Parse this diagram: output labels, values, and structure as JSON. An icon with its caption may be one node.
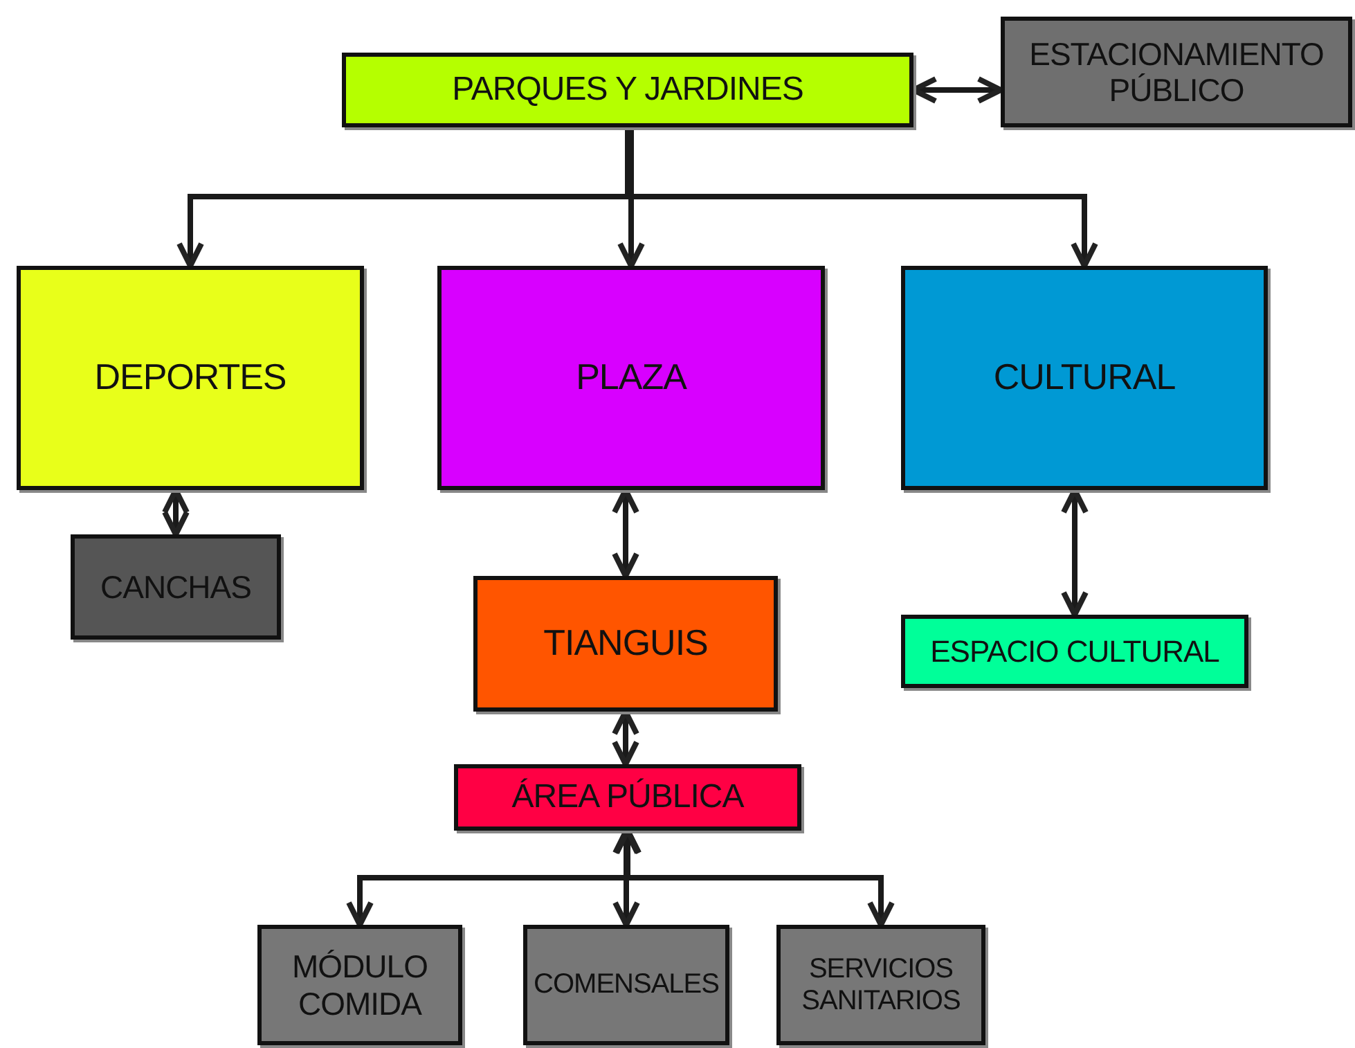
{
  "diagram": {
    "nodes": [
      {
        "text": [
          "PARQUES Y JARDINES"
        ]
      },
      {
        "text": [
          "ESTACIONAMIENTO PÚBLICO"
        ]
      },
      {
        "text": [
          "DEPORTES"
        ]
      },
      {
        "text": [
          "PLAZA"
        ]
      },
      {
        "text": [
          "CULTURAL"
        ]
      },
      {
        "text": [
          "CANCHAS"
        ]
      },
      {
        "text": [
          "TIANGUIS"
        ]
      },
      {
        "text": [
          "ESPACIO CULTURAL"
        ]
      },
      {
        "text": [
          "ÁREA PÚBLICA"
        ]
      },
      {
        "text": [
          "MÓDULO COMIDA"
        ]
      },
      {
        "text": [
          "COMENSALES"
        ]
      },
      {
        "text": [
          "SERVICIOS SANITARIOS"
        ]
      }
    ],
    "edges": [
      {
        "from": 0,
        "to": 1,
        "arrow": "both"
      },
      {
        "from": 0,
        "to": 2,
        "arrow": "to"
      },
      {
        "from": 0,
        "to": 3,
        "arrow": "to"
      },
      {
        "from": 0,
        "to": 4,
        "arrow": "to"
      },
      {
        "from": 2,
        "to": 5,
        "arrow": "both"
      },
      {
        "from": 3,
        "to": 6,
        "arrow": "both"
      },
      {
        "from": 4,
        "to": 7,
        "arrow": "both"
      },
      {
        "from": 6,
        "to": 8,
        "arrow": "both"
      },
      {
        "from": 8,
        "to": 9,
        "arrow": "both"
      },
      {
        "from": 8,
        "to": 10,
        "arrow": "both"
      },
      {
        "from": 8,
        "to": 11,
        "arrow": "both"
      }
    ]
  }
}
